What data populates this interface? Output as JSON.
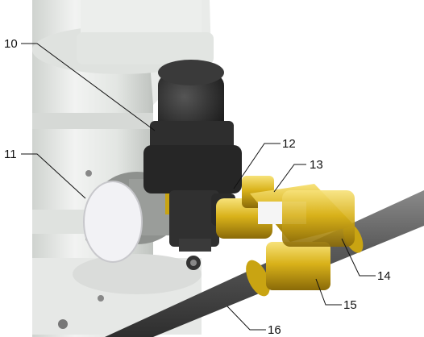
{
  "callouts": [
    {
      "id": "c10",
      "label": "10"
    },
    {
      "id": "c11",
      "label": "11"
    },
    {
      "id": "c12",
      "label": "12"
    },
    {
      "id": "c13",
      "label": "13"
    },
    {
      "id": "c14",
      "label": "14"
    },
    {
      "id": "c15",
      "label": "15"
    },
    {
      "id": "c16",
      "label": "16"
    }
  ],
  "colors": {
    "housing": "#e9ebe9",
    "regulator_body": "#2c2c2c",
    "brass": "#d9b21a",
    "pipe": "#6a6a6a",
    "gauge_face": "#f2f2f5",
    "background": "#ffffff"
  }
}
